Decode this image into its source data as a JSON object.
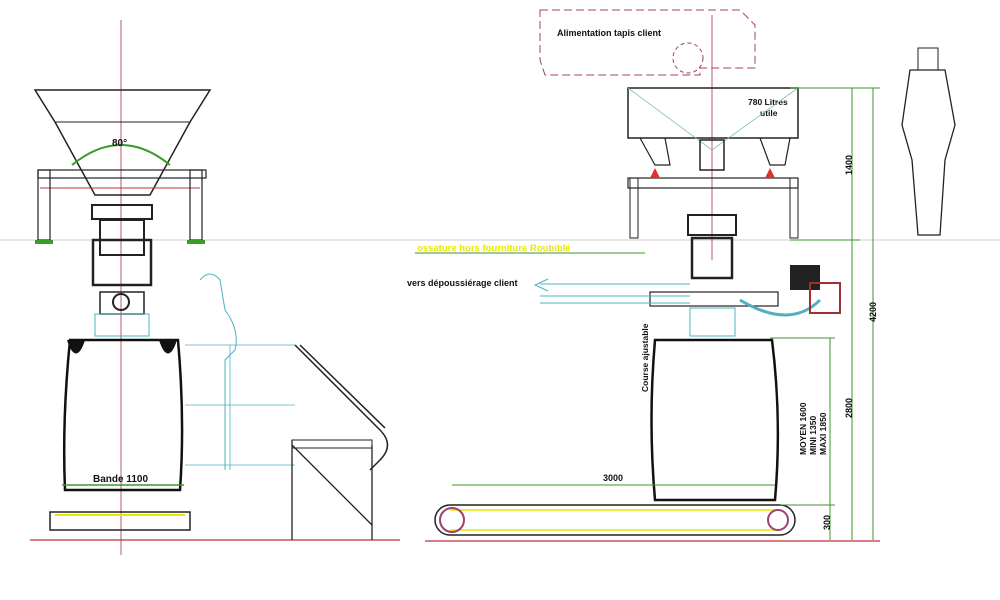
{
  "title_feed": "Alimentation tapis client",
  "hopper_volume_line1": "780 Litres",
  "hopper_volume_line2": "utile",
  "angle_label": "80°",
  "frame_note": "ossature hors fourniture Roubiblé",
  "dust_note": "vers dépoussiérage client",
  "course_label": "Course ajustable",
  "belt_label": "Bande 1100",
  "conveyor_length": "3000",
  "dim_1400": "1400",
  "dim_4200": "4200",
  "dim_2800": "2800",
  "dim_300": "300",
  "height_moyen": "MOYEN  1600",
  "height_mini": "MINI  1350",
  "height_maxi": "MAXI  1850",
  "colors": {
    "dim": "#3a9a2a",
    "axis": "#b03040",
    "note": "#e8e800",
    "ghost": "#50b0c0",
    "feed": "#a04070"
  }
}
